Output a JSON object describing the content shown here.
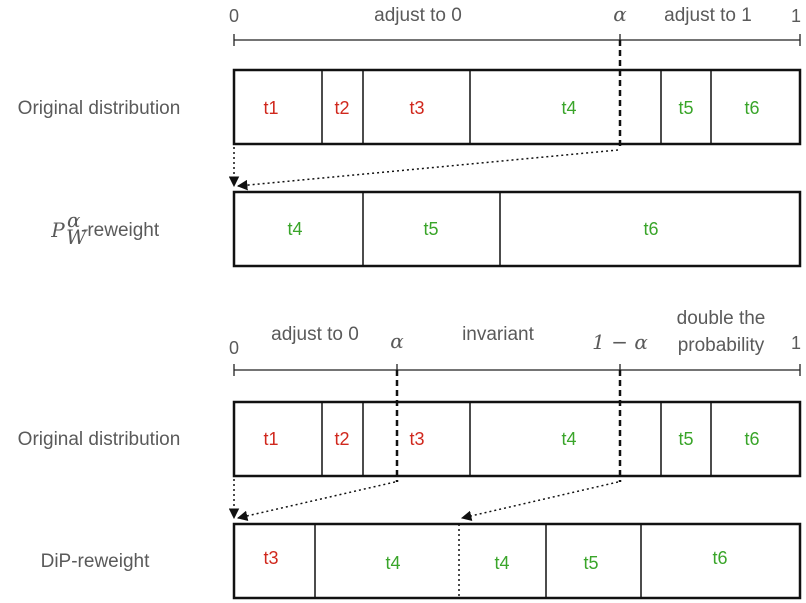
{
  "top": {
    "axis": {
      "start_label": "0",
      "end_label": "1",
      "region1_label": "adjust to 0",
      "alpha_label": "α",
      "region2_label": "adjust to 1"
    },
    "original_row": {
      "label": "Original distribution",
      "cells": [
        {
          "label": "t1",
          "color": "#d0281d"
        },
        {
          "label": "t2",
          "color": "#d0281d"
        },
        {
          "label": "t3",
          "color": "#d0281d"
        },
        {
          "label": "t4",
          "color": "#3aa52a"
        },
        {
          "label": "t5",
          "color": "#3aa52a"
        },
        {
          "label": "t6",
          "color": "#3aa52a"
        }
      ]
    },
    "reweight_row": {
      "label_main": "P",
      "label_sup": "α",
      "label_sub": "W",
      "label_suffix": "-reweight",
      "cells": [
        {
          "label": "t4",
          "color": "#3aa52a"
        },
        {
          "label": "t5",
          "color": "#3aa52a"
        },
        {
          "label": "t6",
          "color": "#3aa52a"
        }
      ]
    }
  },
  "bottom": {
    "axis": {
      "start_label": "0",
      "end_label": "1",
      "region1_label": "adjust to 0",
      "alpha_label": "α",
      "region2_label": "invariant",
      "one_minus_alpha_label": "1 − α",
      "region3_line1": "double the",
      "region3_line2": "probability"
    },
    "original_row": {
      "label": "Original distribution",
      "cells": [
        {
          "label": "t1",
          "color": "#d0281d"
        },
        {
          "label": "t2",
          "color": "#d0281d"
        },
        {
          "label": "t3",
          "color": "#d0281d"
        },
        {
          "label": "t4",
          "color": "#3aa52a"
        },
        {
          "label": "t5",
          "color": "#3aa52a"
        },
        {
          "label": "t6",
          "color": "#3aa52a"
        }
      ]
    },
    "reweight_row": {
      "label": "DiP-reweight",
      "cells": [
        {
          "label": "t3",
          "color": "#d0281d"
        },
        {
          "label": "t4",
          "color": "#3aa52a"
        },
        {
          "label": "t4",
          "color": "#3aa52a"
        },
        {
          "label": "t5",
          "color": "#3aa52a"
        },
        {
          "label": "t6",
          "color": "#3aa52a"
        }
      ]
    }
  }
}
